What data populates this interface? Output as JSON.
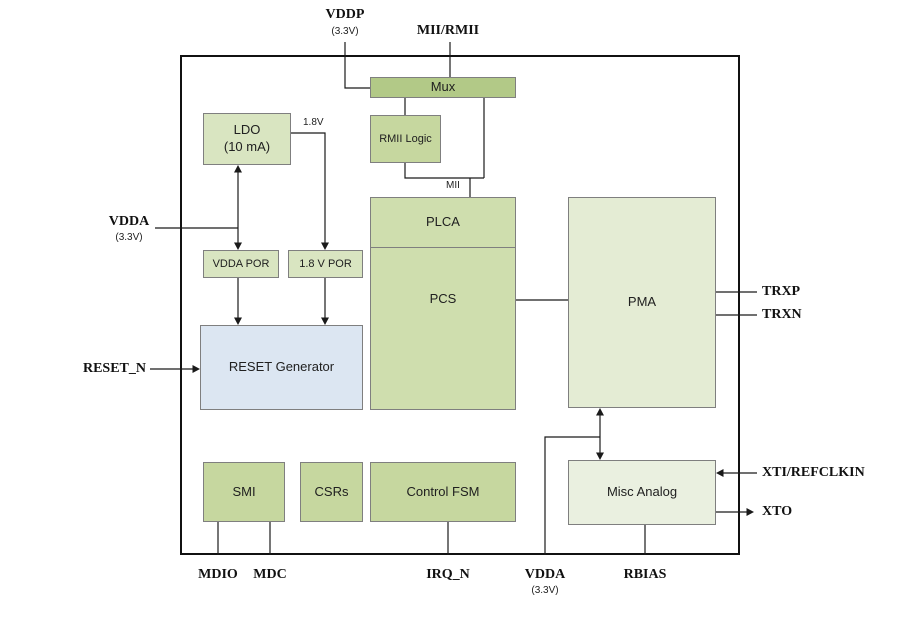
{
  "blocks": {
    "mux": "Mux",
    "rmii_logic": "RMII Logic",
    "ldo_title": "LDO",
    "ldo_subtitle": "(10 mA)",
    "vdda_por": "VDDA POR",
    "v1p8_por": "1.8 V POR",
    "reset_generator": "RESET Generator",
    "plca": "PLCA",
    "pcs": "PCS",
    "pma": "PMA",
    "smi": "SMI",
    "csrs": "CSRs",
    "control_fsm": "Control FSM",
    "misc_analog": "Misc Analog"
  },
  "pins": {
    "top": {
      "vddp": "VDDP",
      "vddp_v": "(3.3V)",
      "mii_rmii": "MII/RMII"
    },
    "left": {
      "vdda": "VDDA",
      "vdda_v": "(3.3V)",
      "reset_n": "RESET_N"
    },
    "right": {
      "trxp": "TRXP",
      "trxn": "TRXN",
      "xti": "XTI/REFCLKIN",
      "xto": "XTO"
    },
    "bottom": {
      "mdio": "MDIO",
      "mdc": "MDC",
      "irq_n": "IRQ_N",
      "vdda": "VDDA",
      "vdda_v": "(3.3V)",
      "rbias": "RBIAS"
    }
  },
  "nets": {
    "v1p8": "1.8V",
    "mii": "MII"
  },
  "colors": {
    "mux_green": "#b2c987",
    "green_mid": "#c6d79f",
    "green_light": "#d9e5c1",
    "plca_green": "#cfdeae",
    "pma_green": "#e4ecd4",
    "misc_green": "#eaf0e0",
    "reset_blue": "#dce6f2",
    "block_border": "#7f7f7f",
    "line_color": "#1a1a1a"
  }
}
